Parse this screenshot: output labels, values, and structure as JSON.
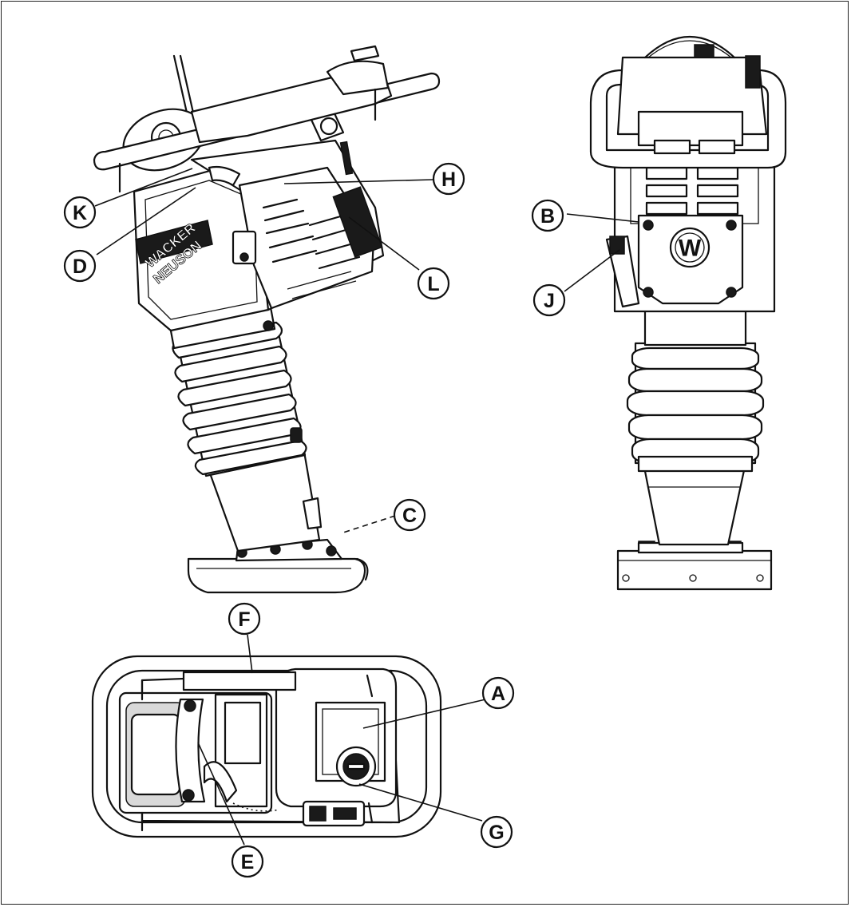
{
  "labels": {
    "A": "A",
    "B": "B",
    "C": "C",
    "D": "D",
    "E": "E",
    "F": "F",
    "G": "G",
    "H": "H",
    "J": "J",
    "K": "K",
    "L": "L"
  },
  "brand": {
    "line1": "WACKER",
    "line2": "NEUSON",
    "logo_letter": "W"
  }
}
